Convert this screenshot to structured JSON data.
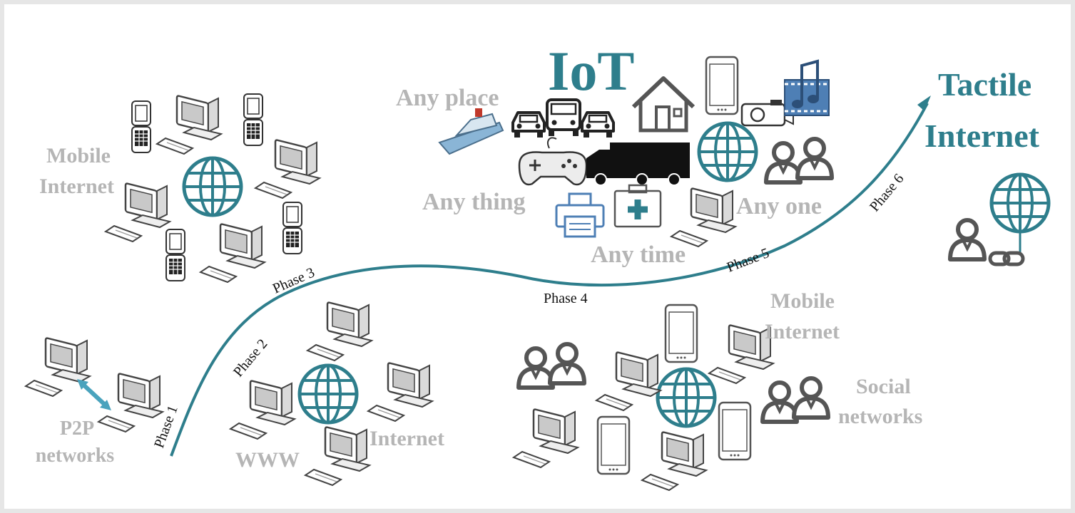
{
  "labels": {
    "iot": "IoT",
    "tactile_line1": "Tactile",
    "tactile_line2": "Internet",
    "any_place": "Any place",
    "any_thing": "Any thing",
    "any_time": "Any time",
    "any_one": "Any one",
    "mobile_internet_top_1": "Mobile",
    "mobile_internet_top_2": "Internet",
    "mobile_internet_bottom_1": "Mobile",
    "mobile_internet_bottom_2": "Internet",
    "p2p_1": "P2P",
    "p2p_2": "networks",
    "www": "WWW",
    "internet": "Internet",
    "social_1": "Social",
    "social_2": "networks"
  },
  "phases": [
    "Phase 1",
    "Phase 2",
    "Phase 3",
    "Phase 4",
    "Phase 5",
    "Phase 6"
  ],
  "colors": {
    "teal": "#2e7e8c",
    "gray_text": "#b5b5b5",
    "icon_gray": "#555555"
  },
  "icons": [
    "computer-icon",
    "globe-icon",
    "flip-phone-icon",
    "smartphone-icon",
    "users-icon",
    "house-icon",
    "car-icon",
    "truck-icon",
    "gamepad-icon",
    "printer-icon",
    "first-aid-icon",
    "ship-icon",
    "music-video-icon",
    "camera-icon",
    "user-link-icon"
  ]
}
